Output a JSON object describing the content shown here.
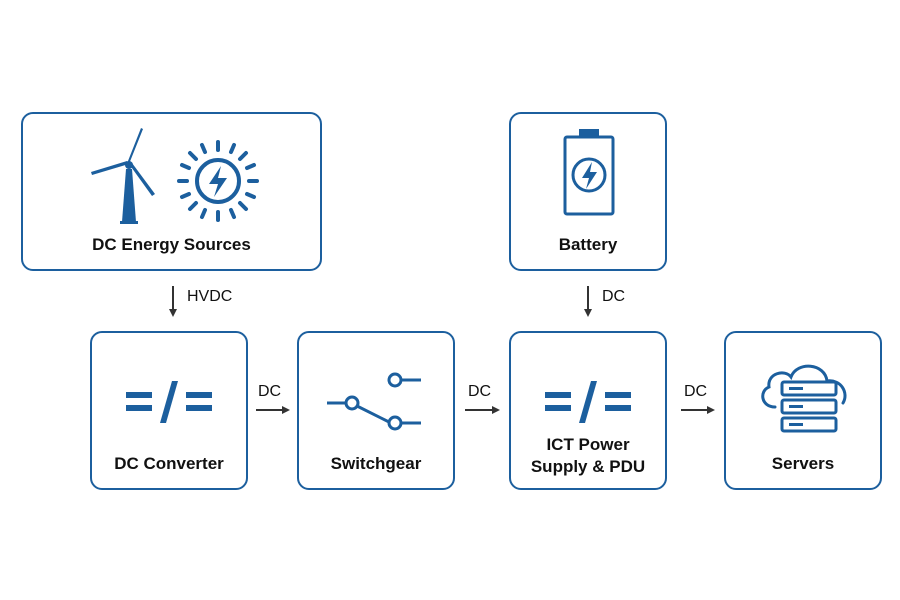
{
  "colors": {
    "accent": "#1c5f9e",
    "arrow": "#333333",
    "text": "#111111",
    "background": "#ffffff"
  },
  "nodes": {
    "sources": {
      "label": "DC Energy Sources",
      "icons": [
        "wind-turbine-icon",
        "sun-bolt-icon"
      ]
    },
    "battery": {
      "label": "Battery",
      "icons": [
        "battery-bolt-icon"
      ]
    },
    "converter": {
      "label": "DC Converter",
      "icons": [
        "dc-dc-symbol-icon"
      ]
    },
    "switchgear": {
      "label": "Switchgear",
      "icons": [
        "switch-symbol-icon"
      ]
    },
    "ict": {
      "label_line1": "ICT Power",
      "label_line2": "Supply & PDU",
      "icons": [
        "dc-dc-symbol-icon"
      ]
    },
    "servers": {
      "label": "Servers",
      "icons": [
        "cloud-server-icon"
      ]
    }
  },
  "edges": [
    {
      "from": "sources",
      "to": "converter",
      "label": "HVDC"
    },
    {
      "from": "battery",
      "to": "ict",
      "label": "DC"
    },
    {
      "from": "converter",
      "to": "switchgear",
      "label": "DC"
    },
    {
      "from": "switchgear",
      "to": "ict",
      "label": "DC"
    },
    {
      "from": "ict",
      "to": "servers",
      "label": "DC"
    }
  ]
}
